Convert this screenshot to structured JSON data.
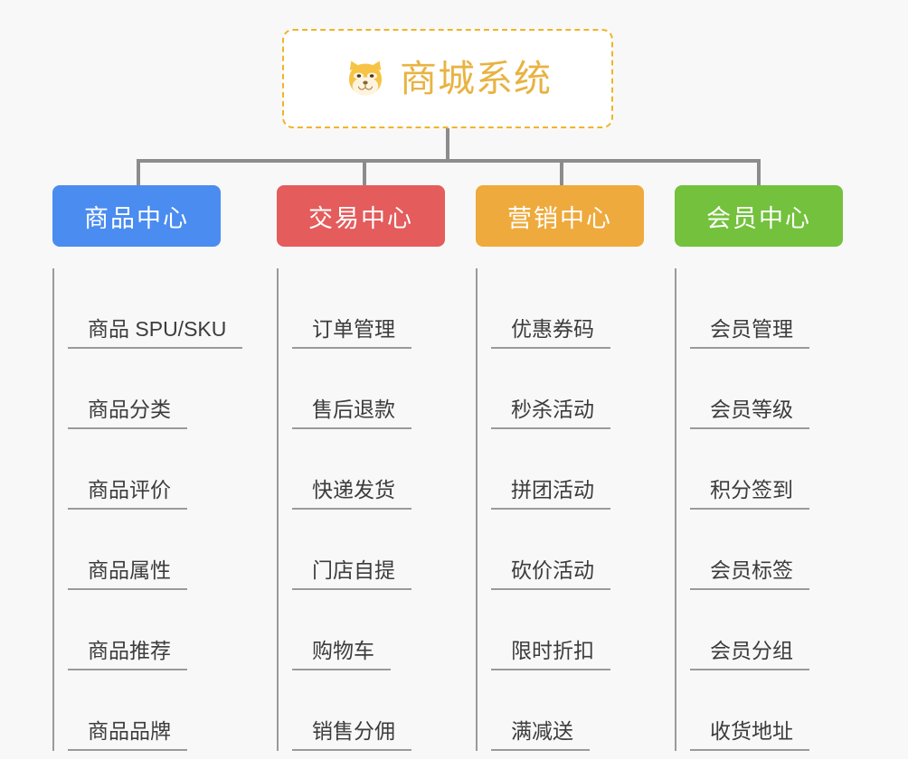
{
  "background_color": "#f8f8f8",
  "root": {
    "icon": "shiba-dog-face-icon",
    "title": "商城系统",
    "title_color": "#e8b343",
    "border_color": "#f0b429",
    "background_color": "#ffffff"
  },
  "connector_color": "#8c8c8c",
  "columns": [
    {
      "id": "product-center",
      "label": "商品中心",
      "color": "#4a8cf0",
      "items": [
        "商品 SPU/SKU",
        "商品分类",
        "商品评价",
        "商品属性",
        "商品推荐",
        "商品品牌"
      ]
    },
    {
      "id": "trade-center",
      "label": "交易中心",
      "color": "#e45c5c",
      "items": [
        "订单管理",
        "售后退款",
        "快递发货",
        "门店自提",
        "购物车",
        "销售分佣"
      ]
    },
    {
      "id": "marketing-center",
      "label": "营销中心",
      "color": "#eeaa3c",
      "items": [
        "优惠券码",
        "秒杀活动",
        "拼团活动",
        "砍价活动",
        "限时折扣",
        "满减送"
      ]
    },
    {
      "id": "member-center",
      "label": "会员中心",
      "color": "#73c13d",
      "items": [
        "会员管理",
        "会员等级",
        "积分签到",
        "会员标签",
        "会员分组",
        "收货地址"
      ]
    }
  ]
}
